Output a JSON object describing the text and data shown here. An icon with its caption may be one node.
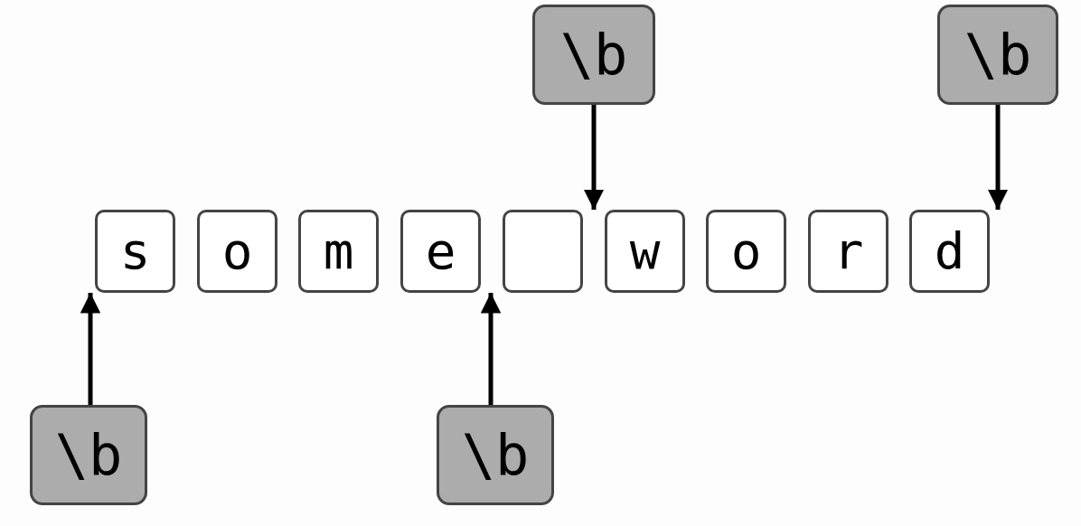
{
  "diagram": {
    "nodes": [
      {
        "text": [
          "\\b"
        ]
      },
      {
        "text": [
          "\\b"
        ]
      },
      {
        "text": [
          "s"
        ]
      },
      {
        "text": [
          "o"
        ]
      },
      {
        "text": [
          "m"
        ]
      },
      {
        "text": [
          "e"
        ]
      },
      {
        "text": [],
        "shape": "box"
      },
      {
        "text": [
          "w"
        ]
      },
      {
        "text": [
          "o"
        ]
      },
      {
        "text": [
          "r"
        ]
      },
      {
        "text": [
          "d"
        ]
      },
      {
        "text": [
          "\\b"
        ]
      },
      {
        "text": [
          "\\b"
        ]
      }
    ],
    "edges": [
      {
        "from": 0,
        "to": 6,
        "arrow": "to"
      },
      {
        "from": 1,
        "to": 10,
        "arrow": "to"
      },
      {
        "from": 11,
        "to": 2,
        "arrow": "to"
      },
      {
        "from": 12,
        "to": 5,
        "arrow": "to"
      }
    ]
  }
}
